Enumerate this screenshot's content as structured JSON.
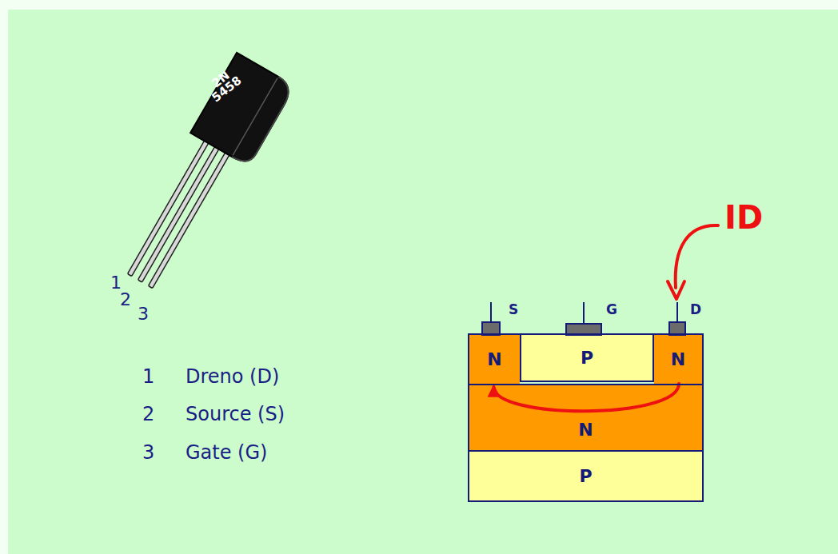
{
  "diagram": {
    "nodes": [
      {
        "text": [
          "N"
        ]
      },
      {
        "text": [
          "P"
        ]
      },
      {
        "text": [
          "N"
        ]
      },
      {
        "text": [
          "N"
        ]
      },
      {
        "text": [
          "P"
        ]
      }
    ],
    "edges": [
      {
        "from": 2,
        "to": 0,
        "arrow": "to"
      }
    ],
    "labels": [
      "2N",
      "5458",
      "1",
      "2",
      "3",
      "1",
      "Dreno (D)",
      "2",
      "Source (S)",
      "3",
      "Gate (G)",
      "S",
      "G",
      "D",
      "ID"
    ]
  }
}
